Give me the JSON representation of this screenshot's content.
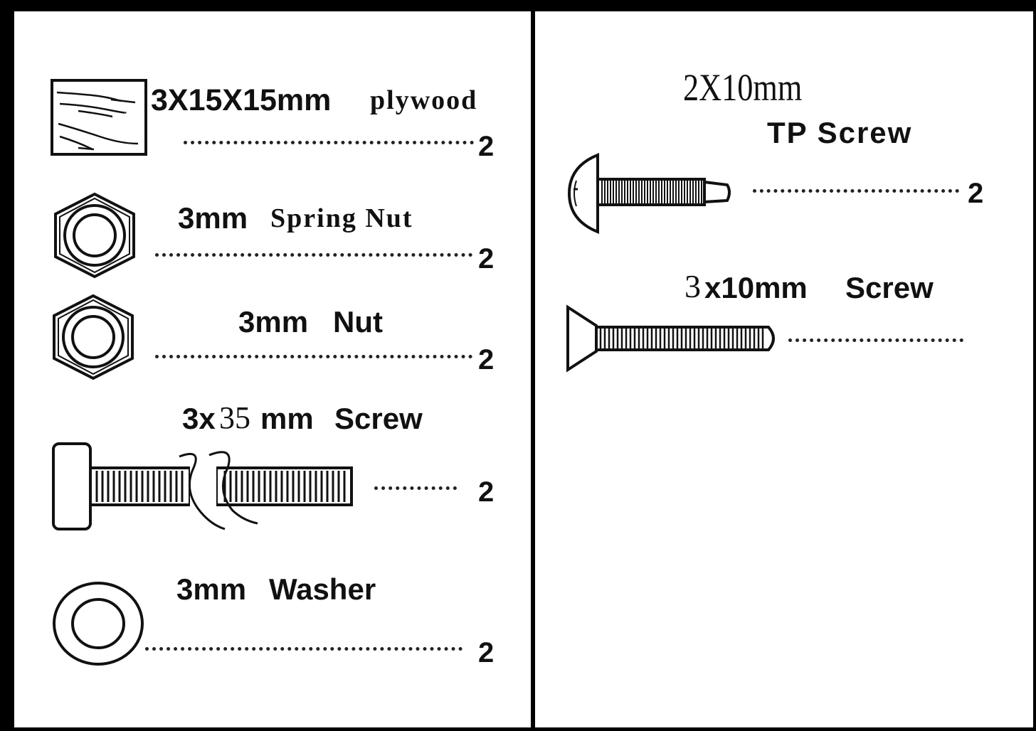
{
  "parts_left": [
    {
      "name_size": "3X15X15mm",
      "name_type": "plywood",
      "quantity": "2",
      "icon": "plywood-icon"
    },
    {
      "name_size": "3mm",
      "name_type": "Spring Nut",
      "quantity": "2",
      "icon": "spring-nut-icon"
    },
    {
      "name_size": "3mm",
      "name_type": "Nut",
      "quantity": "2",
      "icon": "nut-icon"
    },
    {
      "name_size_a": "3x",
      "name_size_b": "35",
      "name_size_c": "mm",
      "name_type": "Screw",
      "quantity": "2",
      "icon": "long-screw-icon"
    },
    {
      "name_size": "3mm",
      "name_type": "Washer",
      "quantity": "2",
      "icon": "washer-icon"
    }
  ],
  "parts_right": [
    {
      "name_size": "2X10mm",
      "name_type": "TP Screw",
      "quantity": "2",
      "icon": "tp-screw-icon"
    },
    {
      "name_size_a": "3",
      "name_size_b": "x10mm",
      "name_type": "Screw",
      "quantity": "",
      "icon": "countersunk-screw-icon"
    }
  ]
}
